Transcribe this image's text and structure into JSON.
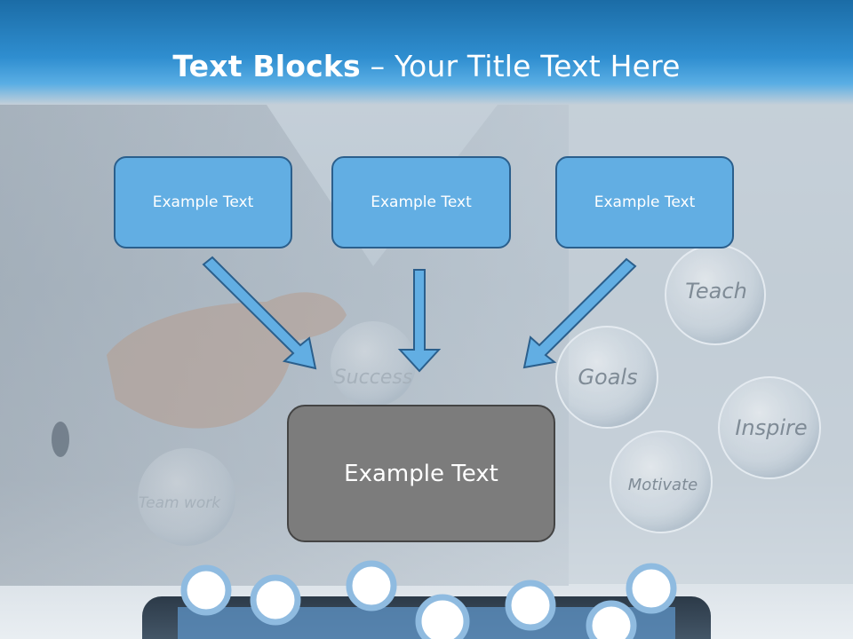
{
  "title": {
    "strong": "Text Blocks",
    "rest": " – Your Title Text Here"
  },
  "boxes": [
    {
      "label": "Example Text"
    },
    {
      "label": "Example Text"
    },
    {
      "label": "Example Text"
    }
  ],
  "center": {
    "label": "Example Text"
  },
  "bubbles": {
    "success": "Success",
    "teach": "Teach",
    "goals": "Goals",
    "inspire": "Inspire",
    "motivate": "Motivate",
    "teamwork": "Team work"
  },
  "colors": {
    "header": "#2f8ed0",
    "box_fill": "#62aee3",
    "box_border": "#2b5f8c",
    "center_fill": "#7c7c7c",
    "arrow_fill": "#62aee3"
  }
}
